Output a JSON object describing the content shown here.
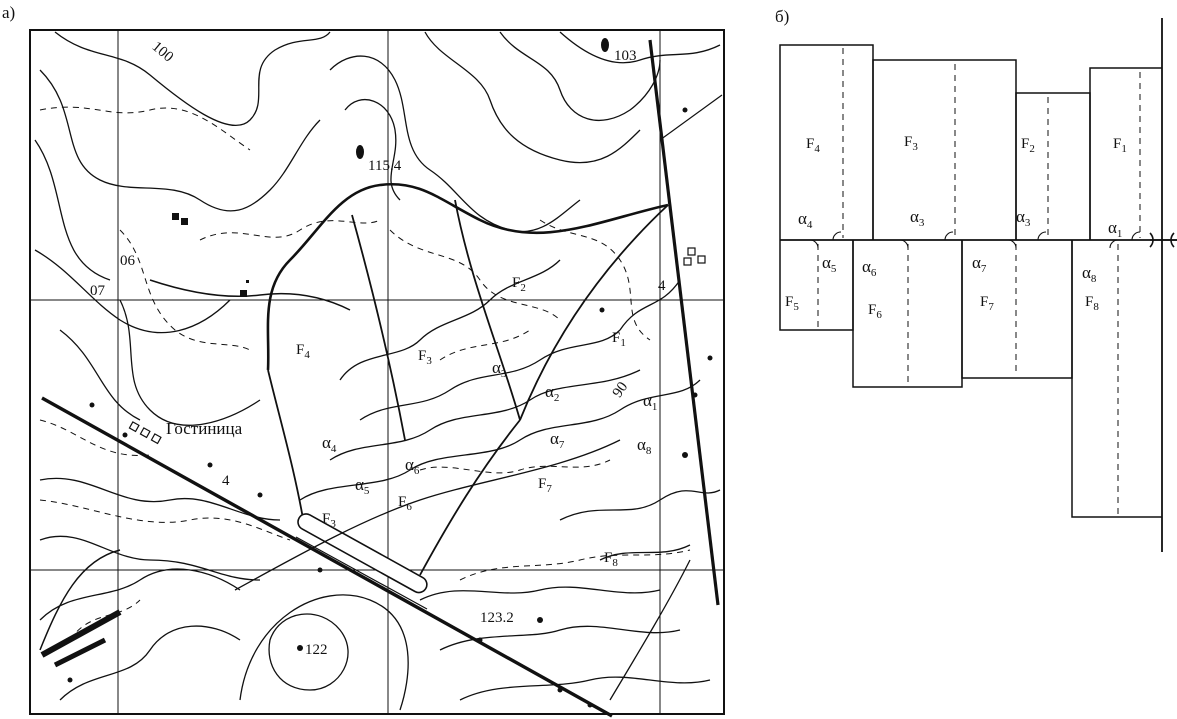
{
  "panels": {
    "a_label": "а)",
    "b_label": "б)"
  },
  "map": {
    "contour_labels": {
      "c100": "100",
      "c07": "07",
      "c06": "06",
      "c90": "90"
    },
    "heights": {
      "h103": "103",
      "h115": "115.4",
      "h122": "122",
      "h123": "123.2"
    },
    "road_number_1": "4",
    "road_number_2": "4",
    "hotel_label": "Гостиница",
    "areas": {
      "F1": "F",
      "F1s": "1",
      "F2": "F",
      "F2s": "2",
      "F3": "F",
      "F3s": "3",
      "F3b": "F",
      "F3bs": "3",
      "F4": "F",
      "F4s": "4",
      "F6": "F",
      "F6s": "6",
      "F7": "F",
      "F7s": "7",
      "F8": "F",
      "F8s": "8"
    },
    "angles": {
      "a1": "α",
      "a1s": "1",
      "a2": "α",
      "a2s": "2",
      "a3": "α",
      "a3s": "3",
      "a4": "α",
      "a4s": "4",
      "a5": "α",
      "a5s": "5",
      "a6": "α",
      "a6s": "6",
      "a7": "α",
      "a7s": "7",
      "a8": "α",
      "a8s": "8"
    }
  },
  "diagram": {
    "areas": {
      "F1": "F",
      "F1s": "1",
      "F2": "F",
      "F2s": "2",
      "F3": "F",
      "F3s": "3",
      "F4": "F",
      "F4s": "4",
      "F5": "F",
      "F5s": "5",
      "F6": "F",
      "F6s": "6",
      "F7": "F",
      "F7s": "7",
      "F8": "F",
      "F8s": "8"
    },
    "angles": {
      "a1": "α",
      "a1s": "1",
      "a3": "α",
      "a3s": "3",
      "a3b": "α",
      "a3bs": "3",
      "a4": "α",
      "a4s": "4",
      "a5": "α",
      "a5s": "5",
      "a6": "α",
      "a6s": "6",
      "a7": "α",
      "a7s": "7",
      "a8": "α",
      "a8s": "8"
    }
  }
}
